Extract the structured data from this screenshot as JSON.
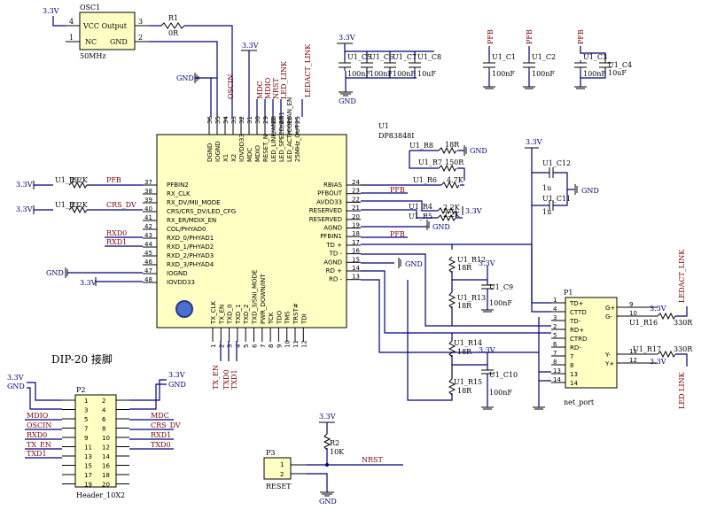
{
  "power": {
    "v33": "3.3V",
    "gnd": "GND"
  },
  "osc": {
    "ref": "OSC1",
    "freq": "50MHz",
    "pin4": "VCC Output",
    "pinNC": "NC",
    "pinGND": "GND",
    "n4": "4",
    "n3": "3",
    "n1": "1",
    "n2": "2"
  },
  "r1": {
    "ref": "R1",
    "val": "0R"
  },
  "u1": {
    "ref": "U1",
    "part": "DP83848I",
    "top_pins": [
      "36",
      "35",
      "34",
      "33",
      "32",
      "31",
      "30",
      "29",
      "28",
      "27",
      "26",
      "25"
    ],
    "top_names": [
      "DGND",
      "IOGND",
      "X1",
      "X2",
      "IOVDD33",
      "MDC",
      "MDIO",
      "RESET_N",
      "LED_LINK/AN0",
      "LED_SPEED/AN1",
      "LED_ACT/COL/AN_EN",
      "25MHz_OUT"
    ],
    "left_pins": [
      "37",
      "38",
      "39",
      "40",
      "41",
      "42",
      "43",
      "44",
      "45",
      "46",
      "47",
      "48"
    ],
    "left_names": [
      "PFBIN2",
      "RX_CLK",
      "RX_DV/MII_MODE",
      "CRS/CRS_DV/LED_CFG",
      "RX_ER/MDIX_EN",
      "COL/PHYAD0",
      "RXD_0/PHYAD1",
      "RXD_1/PHYAD2",
      "RXD_2/PHYAD3",
      "RXD_3/PHYAD4",
      "IOGND",
      "IOVDD33"
    ],
    "right_pins": [
      "24",
      "23",
      "22",
      "21",
      "20",
      "19",
      "18",
      "17",
      "16",
      "15",
      "14",
      "13"
    ],
    "right_names": [
      "RBIAS",
      "PFBOUT",
      "AVDD33",
      "RESERVED",
      "RESERVED",
      "AGND",
      "PFBIN1",
      "TD +",
      "TD -",
      "AGND",
      "RD +",
      "RD -"
    ],
    "bottom_pins": [
      "1",
      "2",
      "3",
      "4",
      "5",
      "6",
      "7",
      "8",
      "9",
      "10",
      "11",
      "12"
    ],
    "bottom_names": [
      "TX_CLK",
      "TX_EN",
      "TXD_0",
      "TXD_1",
      "TXD_2",
      "TXD_3/SNI_MODE",
      "PWR_DOWN/INT",
      "TCK",
      "TDO",
      "TMS",
      "TRST#",
      "TDI"
    ]
  },
  "nets": {
    "osc_in": "OSCIN",
    "mdc": "MDC",
    "mdio": "MDIO",
    "nrst": "NRST",
    "led_link": "LED_LINK",
    "ledact_link": "LEDACT_LINK",
    "pfb": "PFB",
    "crs_dv": "CRS_DV",
    "rxd0": "RXD0",
    "rxd1": "RXD1",
    "tx_en": "TX_EN",
    "txd0": "TXD0",
    "txd1": "TXD1",
    "led_link_v": "LED LINK"
  },
  "caps_top": [
    {
      "ref": "U1_C5",
      "val": "100nF"
    },
    {
      "ref": "U1_C6",
      "val": "100nF"
    },
    {
      "ref": "U1_C7",
      "val": "100nF"
    },
    {
      "ref": "U1_C8",
      "val": "10uF"
    },
    {
      "ref": "U1_C1",
      "val": "100nF"
    },
    {
      "ref": "U1_C2",
      "val": "100nF"
    },
    {
      "ref": "U1_C3",
      "val": "100nF"
    },
    {
      "ref": "U1_C4",
      "val": "10uF"
    }
  ],
  "resistors": {
    "r8": {
      "ref": "U1_R8",
      "val": "18R"
    },
    "r7": {
      "ref": "U1_R7",
      "val": "150R"
    },
    "r6": {
      "ref": "U1_R6",
      "val": "4.7K"
    },
    "r4": {
      "ref": "U1_R4",
      "val": "2.2K"
    },
    "r5": {
      "ref": "U1_R5",
      "val": "2.2K"
    },
    "r9": {
      "ref": "U1_R9",
      "val": "2.2K"
    },
    "r3": {
      "ref": "U1_R3",
      "val": "2.2K"
    },
    "r12": {
      "ref": "U1_R12",
      "val": "18R"
    },
    "r13": {
      "ref": "U1_R13",
      "val": "18R"
    },
    "r14": {
      "ref": "U1_R14",
      "val": "18R"
    },
    "r15": {
      "ref": "U1_R15",
      "val": "18R"
    },
    "r16": {
      "ref": "U1_R16",
      "val": "330R"
    },
    "r17": {
      "ref": "U1_R17",
      "val": "330R"
    },
    "r2": {
      "ref": "R2",
      "val": "10K"
    }
  },
  "caps_side": {
    "c12": {
      "ref": "U1_C12",
      "val": "1u"
    },
    "c11": {
      "ref": "U1_C11",
      "val": "1u"
    },
    "c9": {
      "ref": "U1_C9",
      "val": "100nF"
    },
    "c10": {
      "ref": "U1_C10",
      "val": "100nF"
    }
  },
  "p1": {
    "ref": "P1",
    "name": "net_port",
    "pins_left": [
      "1",
      "4",
      "3",
      "2",
      "5",
      "6",
      "7",
      "8",
      "13",
      "14"
    ],
    "names_left": [
      "TD+",
      "CTTD",
      "TD-",
      "RD+",
      "CTRD",
      "RD-",
      "7",
      "8",
      "13",
      "14"
    ],
    "pins_right": [
      "9",
      "10",
      "11",
      "12"
    ],
    "names_right": [
      "G+",
      "G-",
      "Y-",
      "Y+"
    ]
  },
  "p2": {
    "ref": "P2",
    "name": "Header_10X2",
    "title": "DIP-20 接脚",
    "left_nums": [
      "1",
      "3",
      "5",
      "7",
      "9",
      "11",
      "13",
      "15",
      "17",
      "19"
    ],
    "right_nums": [
      "2",
      "4",
      "6",
      "8",
      "10",
      "12",
      "14",
      "16",
      "18",
      "20"
    ],
    "left_nets": [
      "3.3V",
      "GND",
      "MDIO",
      "OSCIN",
      "RXD0",
      "TX_EN",
      "TXD1"
    ],
    "right_nets": [
      "3.3V",
      "GND",
      "MDC",
      "CRS_DV",
      "RXD1",
      "TXD0"
    ]
  },
  "p3": {
    "ref": "P3",
    "name": "RESET",
    "n1": "1",
    "n2": "2"
  }
}
